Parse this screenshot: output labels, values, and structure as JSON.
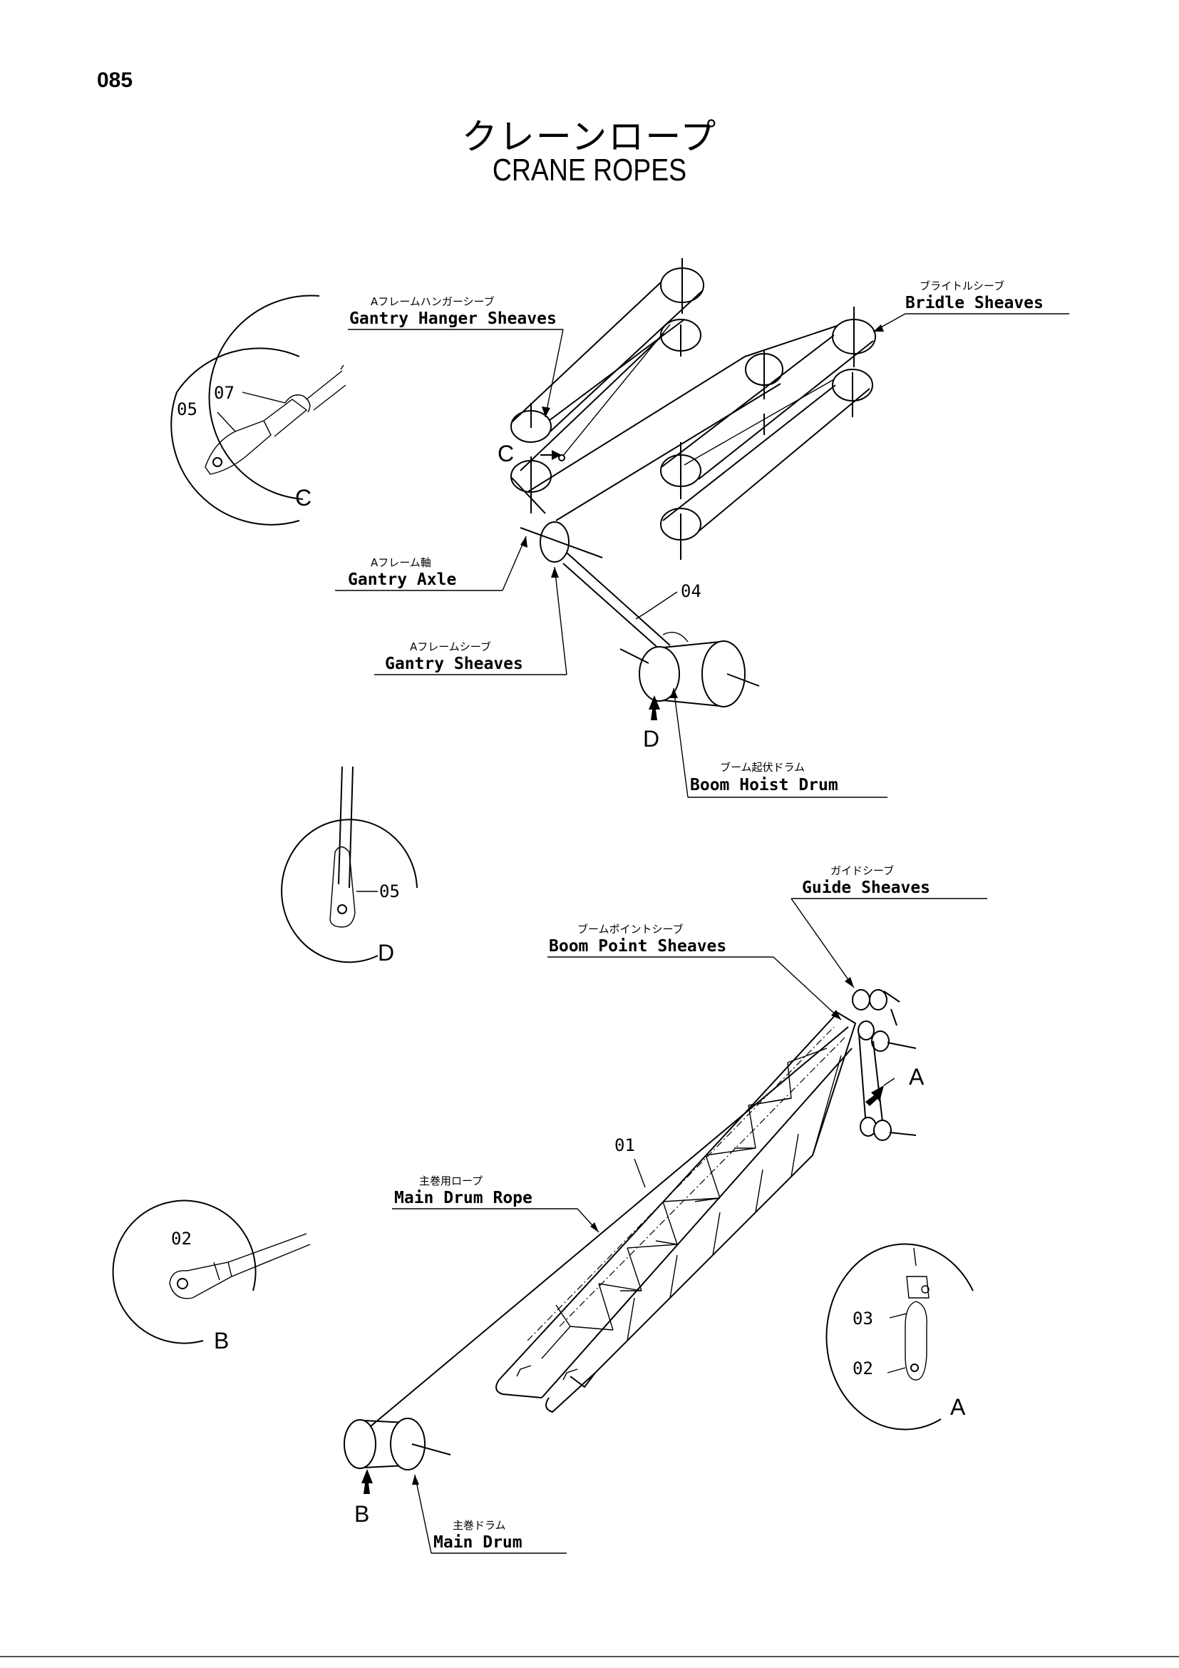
{
  "page": {
    "number": "085"
  },
  "title": {
    "japanese": "クレーンロープ",
    "english": "CRANE ROPES"
  },
  "callouts": {
    "gantry_hanger_sheaves": {
      "jp": "Aフレームハンガーシーブ",
      "en": "Gantry Hanger Sheaves"
    },
    "bridle_sheaves": {
      "jp": "ブライトルシーブ",
      "en": "Bridle Sheaves"
    },
    "gantry_axle": {
      "jp": "Aフレーム軸",
      "en": "Gantry Axle"
    },
    "gantry_sheaves": {
      "jp": "Aフレームシーブ",
      "en": "Gantry Sheaves"
    },
    "boom_hoist_drum": {
      "jp": "ブーム起伏ドラム",
      "en": "Boom Hoist Drum"
    },
    "guide_sheaves": {
      "jp": "ガイドシーブ",
      "en": "Guide Sheaves"
    },
    "boom_point_sheaves": {
      "jp": "ブームポイントシーブ",
      "en": "Boom Point Sheaves"
    },
    "main_drum_rope": {
      "jp": "主巻用ロープ",
      "en": "Main Drum Rope"
    },
    "main_drum": {
      "jp": "主巻ドラム",
      "en": "Main Drum"
    }
  },
  "part_numbers": [
    "01",
    "02",
    "03",
    "04",
    "05",
    "07"
  ],
  "detail_views": [
    "A",
    "B",
    "C",
    "D"
  ],
  "colors": {
    "ink": "#000000",
    "paper": "#ffffff"
  }
}
